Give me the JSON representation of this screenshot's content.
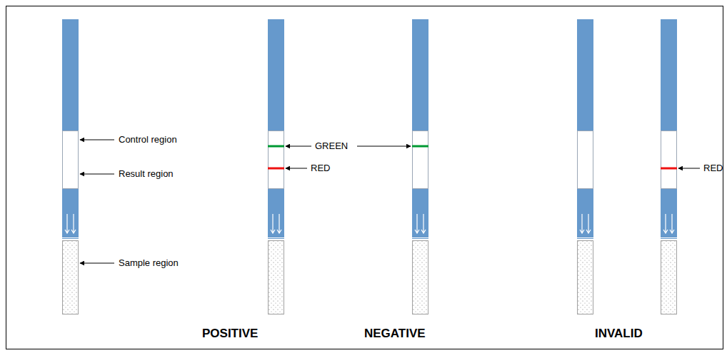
{
  "diagram": {
    "labels": [
      "Control region",
      "Result region",
      "GREEN",
      "RED",
      "Sample region",
      "RED",
      "POSITIVE",
      "NEGATIVE",
      "INVALID"
    ]
  }
}
